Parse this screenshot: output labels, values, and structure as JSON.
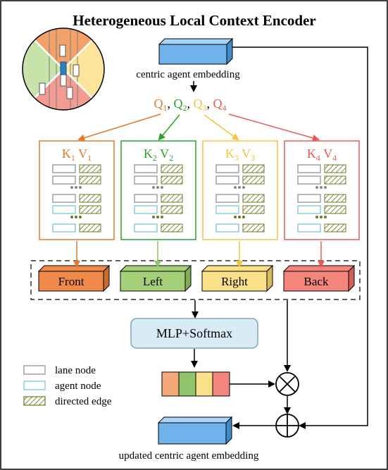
{
  "title": "Heterogeneous Local  Context Encoder",
  "top_block_label": "centric agent embedding",
  "queries": [
    {
      "letter": "Q",
      "sub": "1",
      "sep": ", ",
      "color": "#e07b2a"
    },
    {
      "letter": "Q",
      "sub": "2",
      "sep": ", ",
      "color": "#2ca02c"
    },
    {
      "letter": "Q",
      "sub": "3",
      "sep": ", ",
      "color": "#f5c242"
    },
    {
      "letter": "Q",
      "sub": "4",
      "sep": "",
      "color": "#e85a5a"
    }
  ],
  "kv_boxes": [
    {
      "k": "K",
      "ksub": "1",
      "v": "V",
      "vsub": "1",
      "color": "#e07b2a"
    },
    {
      "k": "K",
      "ksub": "2",
      "v": "V",
      "vsub": "2",
      "color": "#2ca02c"
    },
    {
      "k": "K",
      "ksub": "3",
      "v": "V",
      "vsub": "3",
      "color": "#f5c242"
    },
    {
      "k": "K",
      "ksub": "4",
      "v": "V",
      "vsub": "4",
      "color": "#e85a5a"
    }
  ],
  "direction_blocks": [
    {
      "label": "Front",
      "fill": "#f08a4b",
      "side": "#c96a30"
    },
    {
      "label": "Left",
      "fill": "#a5d07a",
      "side": "#7fae55"
    },
    {
      "label": "Right",
      "fill": "#fbe08a",
      "side": "#d8bb5c"
    },
    {
      "label": "Back",
      "fill": "#f4857c",
      "side": "#cf6058"
    }
  ],
  "mlp_label": "MLP+Softmax",
  "weight_colors": [
    "#f5a97a",
    "#8fc46a",
    "#fbe08a",
    "#f4857c"
  ],
  "multiply_symbol": "⊗",
  "add_symbol": "⊕",
  "legend": [
    {
      "label": "lane node",
      "type": "lane"
    },
    {
      "label": "agent node",
      "type": "agent"
    },
    {
      "label": "directed edge",
      "type": "edge"
    }
  ],
  "bottom_block_label": "updated centric agent embedding",
  "colors": {
    "embedding_fill": "#6fb3ea",
    "embedding_top": "#a9d3f5",
    "embedding_side": "#3d8cc9",
    "lane_node": "#8a8a8a",
    "agent_node": "#6fc3d6",
    "edge_fill": "#8a9a4a",
    "mlp_fill": "#d9ecf5",
    "mlp_stroke": "#7aa6bd"
  }
}
